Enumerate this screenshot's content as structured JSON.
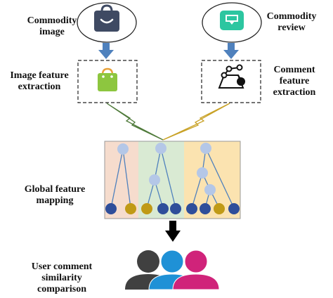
{
  "labels": {
    "commodity_image": [
      "Commodity",
      "image"
    ],
    "commodity_review": [
      "Commodity",
      "review"
    ],
    "image_feature_extraction": [
      "Image feature",
      "extraction"
    ],
    "comment_feature_extraction": [
      "Comment",
      "feature",
      "extraction"
    ],
    "global_feature_mapping": [
      "Global feature",
      "mapping"
    ],
    "user_comment_similarity": [
      "User comment",
      "similarity",
      "comparison"
    ]
  },
  "icons": {
    "commodity_image": "shopping-bag-smile-icon",
    "commodity_review": "chat-bubble-icon",
    "image_feature": "shopping-basket-icon",
    "comment_feature": "nodes-graph-icon",
    "users": "user-group-icon"
  },
  "colors": {
    "arrow_blue": "#4f81bd",
    "panel_left": "#f6dccd",
    "panel_middle": "#d9ead3",
    "panel_right": "#fbe3b0",
    "node_light": "#b4c7e7",
    "node_dark": "#2f4e9a",
    "node_gold": "#c09a16",
    "user_gray": "#404040",
    "user_blue": "#1f91d6",
    "user_magenta": "#d0237a"
  }
}
